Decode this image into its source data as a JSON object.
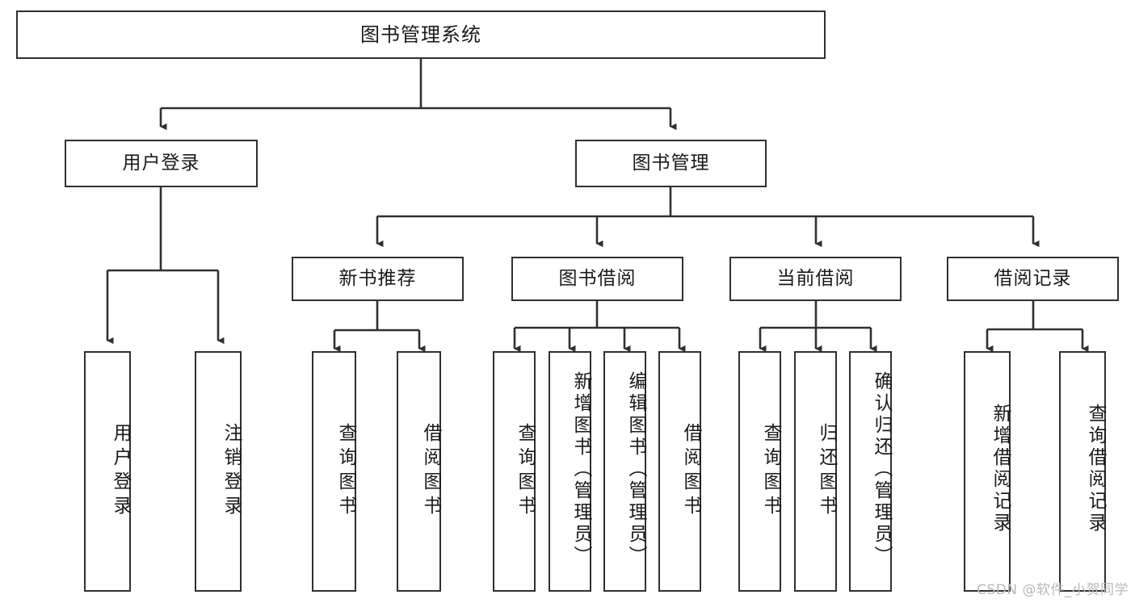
{
  "diagram": {
    "type": "tree-hierarchy",
    "title": "图书管理系统",
    "root": {
      "id": "root",
      "label": "图书管理系统"
    },
    "level2": [
      {
        "id": "user-login",
        "label": "用户登录"
      },
      {
        "id": "book-manage",
        "label": "图书管理"
      }
    ],
    "level3": [
      {
        "id": "new-book-rec",
        "label": "新书推荐",
        "parent": "book-manage"
      },
      {
        "id": "book-borrow",
        "label": "图书借阅",
        "parent": "book-manage"
      },
      {
        "id": "current-borrow",
        "label": "当前借阅",
        "parent": "book-manage"
      },
      {
        "id": "borrow-record",
        "label": "借阅记录",
        "parent": "book-manage"
      }
    ],
    "leaves": [
      {
        "id": "leaf-user-login",
        "label": "用户登录",
        "parent": "user-login"
      },
      {
        "id": "leaf-user-logout",
        "label": "注销登录",
        "parent": "user-login"
      },
      {
        "id": "leaf-query-book-1",
        "label": "查询图书",
        "parent": "new-book-rec"
      },
      {
        "id": "leaf-borrow-book-1",
        "label": "借阅图书",
        "parent": "new-book-rec"
      },
      {
        "id": "leaf-query-book-2",
        "label": "查询图书",
        "parent": "book-borrow"
      },
      {
        "id": "leaf-add-book",
        "label": "新增图书（管理员）",
        "parent": "book-borrow"
      },
      {
        "id": "leaf-edit-book",
        "label": "编辑图书（管理员）",
        "parent": "book-borrow"
      },
      {
        "id": "leaf-borrow-book-2",
        "label": "借阅图书",
        "parent": "book-borrow"
      },
      {
        "id": "leaf-query-book-3",
        "label": "查询图书",
        "parent": "current-borrow"
      },
      {
        "id": "leaf-return-book",
        "label": "归还图书",
        "parent": "current-borrow"
      },
      {
        "id": "leaf-confirm-return",
        "label": "确认归还（管理员）",
        "parent": "current-borrow"
      },
      {
        "id": "leaf-add-record",
        "label": "新增借阅记录",
        "parent": "borrow-record"
      },
      {
        "id": "leaf-query-record",
        "label": "查询借阅记录",
        "parent": "borrow-record"
      }
    ],
    "watermark": "CSDN @软件_小贺同学",
    "colors": {
      "stroke": "#303030",
      "text": "#1a1a1a",
      "background": "#ffffff",
      "watermark": "#b8b8b8"
    }
  }
}
